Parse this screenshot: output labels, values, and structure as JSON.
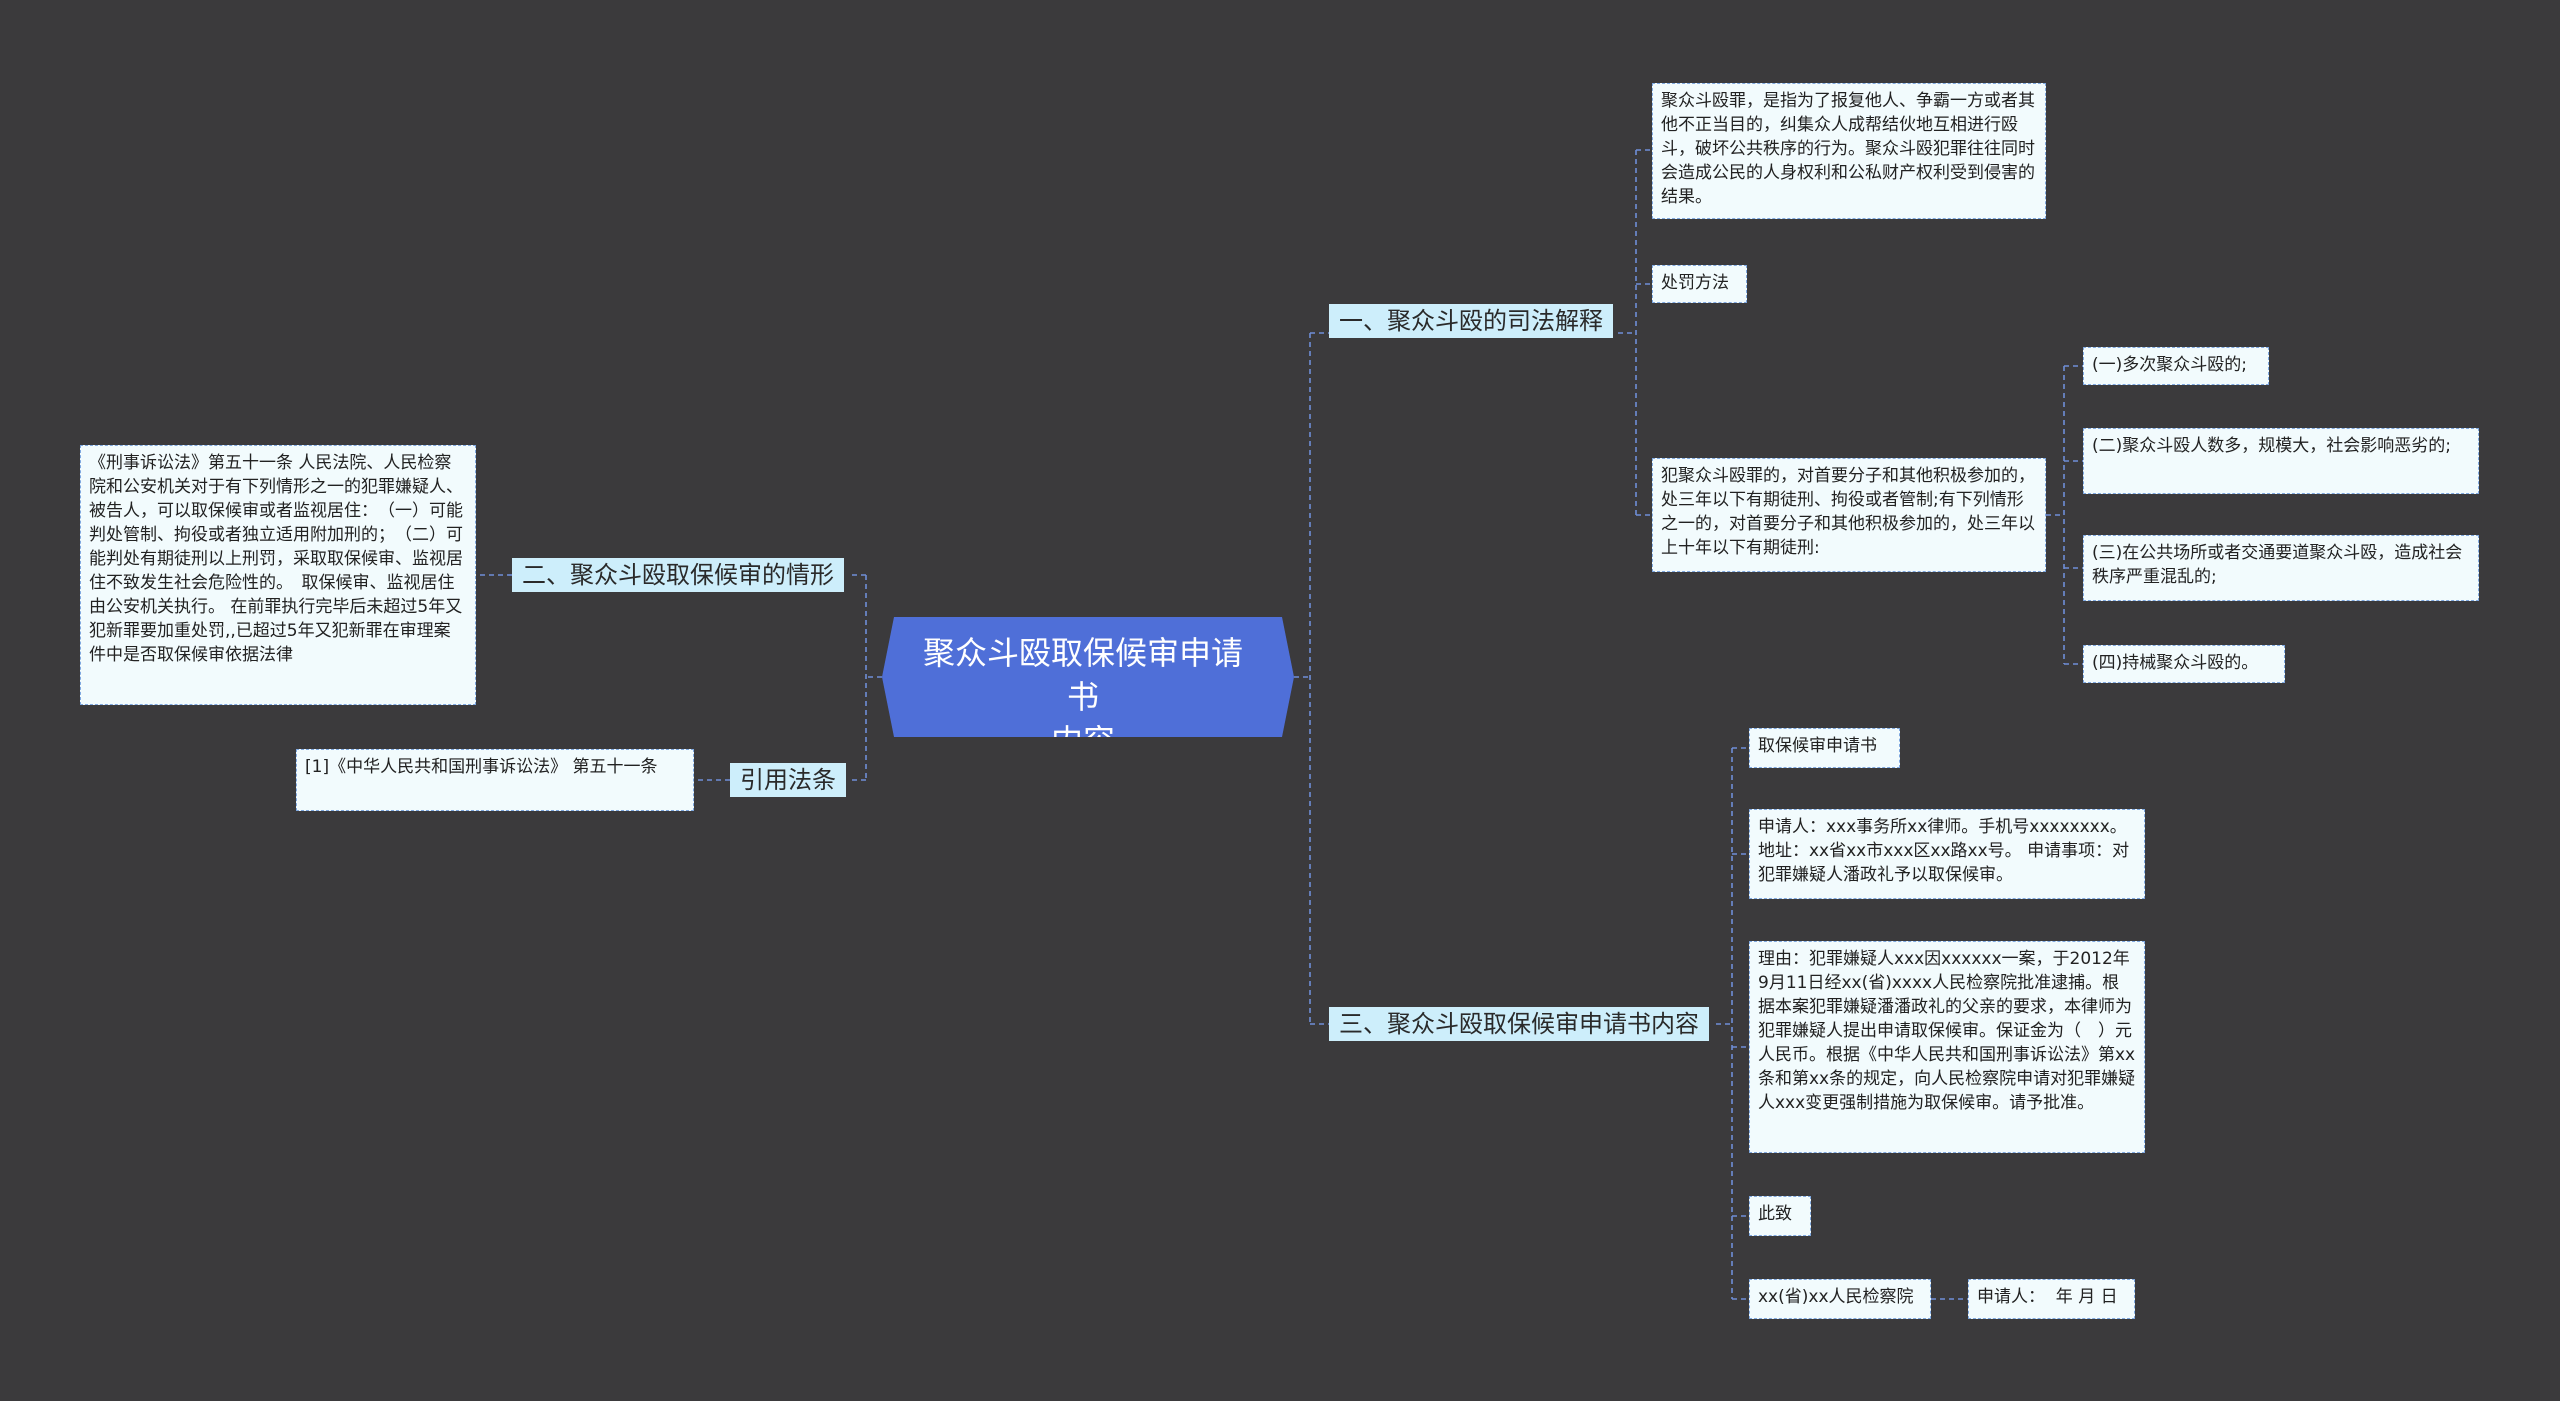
{
  "root": {
    "line1": "聚众斗殴取保候审申请书",
    "line2": "内容"
  },
  "branches": {
    "b1": "一、聚众斗殴的司法解释",
    "b2": "二、聚众斗殴取保候审的情形",
    "b3": "引用法条",
    "b4": "三、聚众斗殴取保候审申请书内容"
  },
  "leaves": {
    "definition": "聚众斗殴罪，是指为了报复他人、争霸一方或者其他不正当目的，纠集众人成帮结伙地互相进行殴斗，破坏公共秩序的行为。聚众斗殴犯罪往往同时会造成公民的人身权利和公私财产权利受到侵害的结果。",
    "penalty": "处罚方法",
    "sentence": "犯聚众斗殴罪的，对首要分子和其他积极参加的，处三年以下有期徒刑、拘役或者管制;有下列情形之一的，对首要分子和其他积极参加的，处三年以上十年以下有期徒刑:",
    "case1": "(一)多次聚众斗殴的;",
    "case2": "(二)聚众斗殴人数多，规模大，社会影响恶劣的;",
    "case3": "(三)在公共场所或者交通要道聚众斗殴，造成社会秩序严重混乱的;",
    "case4": "(四)持械聚众斗殴的。",
    "law_text": "《刑事诉讼法》第五十一条 人民法院、人民检察院和公安机关对于有下列情形之一的犯罪嫌疑人、被告人，可以取保候审或者监视居住：　（一）可能判处管制、拘役或者独立适用附加刑的；　（二）可能判处有期徒刑以上刑罚，采取取保候审、监视居住不致发生社会危险性的。　取保候审、监视居住由公安机关执行。 在前罪执行完毕后未超过5年又犯新罪要加重处罚,,已超过5年又犯新罪在审理案件中是否取保候审依据法律",
    "citation": "[1]《中华人民共和国刑事诉讼法》 第五十一条",
    "app_title": "取保候审申请书",
    "applicant": "申请人：xxx事务所xx律师。手机号xxxxxxxx。地址：xx省xx市xxx区xx路xx号。 申请事项：对犯罪嫌疑人潘政礼予以取保候审。",
    "reason": "理由：犯罪嫌疑人xxx因xxxxxx一案，于2012年9月11日经xx(省)xxxx人民检察院批准逮捕。根据本案犯罪嫌疑潘潘政礼的父亲的要求，本律师为犯罪嫌疑人提出申请取保候审。保证金为（　）元人民币。根据《中华人民共和国刑事诉讼法》第xx条和第xx条的规定，向人民检察院申请对犯罪嫌疑人xxx变更强制措施为取保候审。请予批准。",
    "cizhi": "此致",
    "procuratorate": "xx(省)xx人民检察院",
    "signature": "申请人：  年 月 日"
  },
  "colors": {
    "background": "#3b3a3c",
    "root_fill": "#4f6fd8",
    "branch_fill": "#cdeefb",
    "leaf_fill": "#f2fbfd",
    "connector": "#6f8ed8"
  }
}
